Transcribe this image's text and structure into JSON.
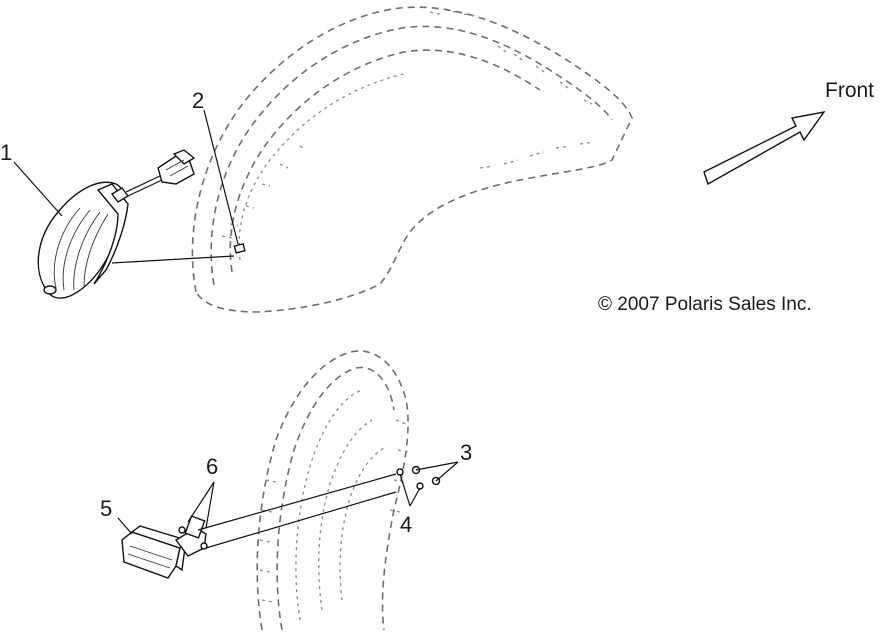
{
  "callouts": {
    "c1": "1",
    "c2": "2",
    "c3": "3",
    "c4": "4",
    "c5": "5",
    "c6": "6"
  },
  "direction_label": "Front",
  "copyright": "© 2007 Polaris Sales Inc."
}
